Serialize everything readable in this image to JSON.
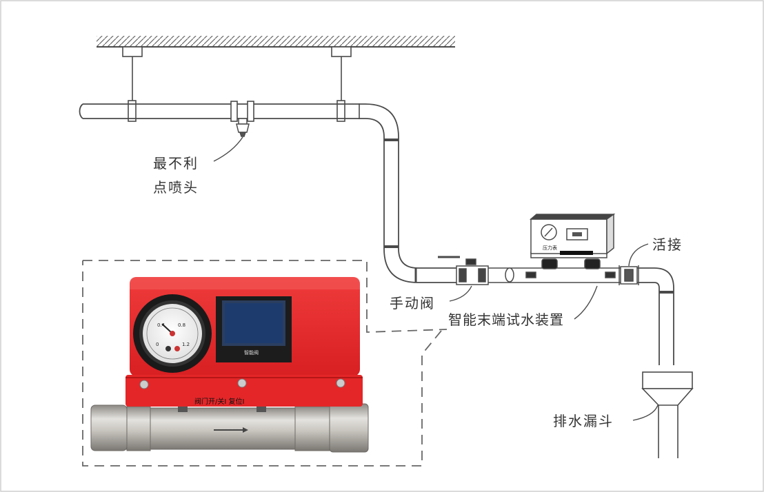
{
  "labels": {
    "sprinkler_line1": "最不利",
    "sprinkler_line2": "点喷头",
    "manual_valve": "手动阀",
    "smart_device": "智能末端试水装置",
    "union_joint": "活接",
    "drain_funnel": "排水漏斗"
  },
  "device_panel": {
    "screen_caption": "智能阀",
    "controls_text": "阀门开/关I 复位I",
    "gauge_numbers": [
      "0",
      "0.4",
      "0.8",
      "1.2"
    ]
  },
  "sketch_device": {
    "panel_text": "压力表"
  },
  "colors": {
    "line": "#4a4a4a",
    "device_red": "#e02a2a",
    "dashed_frame": "#666666",
    "pipe_steel": "#b9b6b0"
  }
}
